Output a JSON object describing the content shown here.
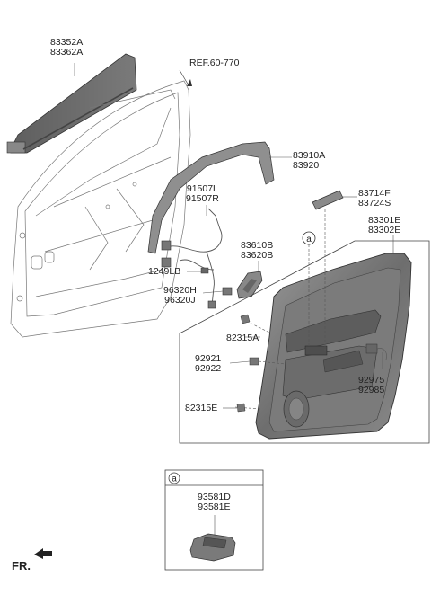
{
  "ref_label": "REF.60-770",
  "callout_letter": "a",
  "fr_label": "FR.",
  "parts": {
    "p83352": [
      "83352A",
      "83362A"
    ],
    "p83910": [
      "83910A",
      "83920"
    ],
    "p83714": [
      "83714F",
      "83724S"
    ],
    "p83301": [
      "83301E",
      "83302E"
    ],
    "p91507": [
      "91507L",
      "91507R"
    ],
    "p83610": [
      "83610B",
      "83620B"
    ],
    "p1249": "1249LB",
    "p96320": [
      "96320H",
      "96320J"
    ],
    "p82315a": "82315A",
    "p92921": [
      "92921",
      "92922"
    ],
    "p92975": [
      "92975",
      "92985"
    ],
    "p82315e": "82315E",
    "p93581": [
      "93581D",
      "93581E"
    ]
  }
}
